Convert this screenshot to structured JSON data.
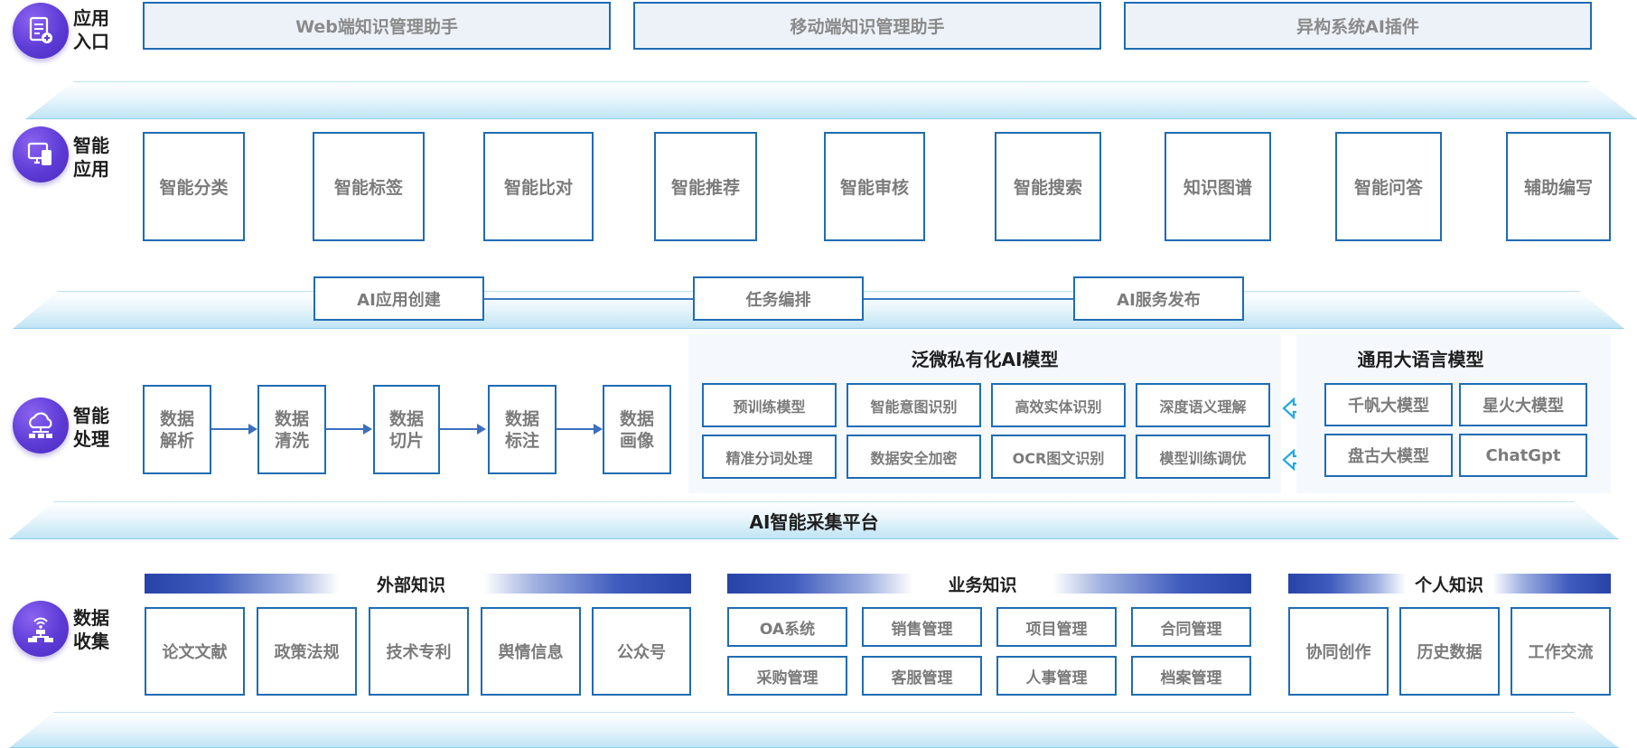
{
  "rows": {
    "entry": {
      "label": "应用\n入口"
    },
    "app": {
      "label": "智能\n应用"
    },
    "process": {
      "label": "智能\n处理"
    },
    "collect": {
      "label": "数据\n收集"
    }
  },
  "entry_items": [
    "Web端知识管理助手",
    "移动端知识管理助手",
    "异构系统AI插件"
  ],
  "app_items": [
    "智能分类",
    "智能标签",
    "智能比对",
    "智能推荐",
    "智能审核",
    "智能搜索",
    "知识图谱",
    "智能问答",
    "辅助编写"
  ],
  "orchestration": [
    "AI应用创建",
    "任务编排",
    "AI服务发布"
  ],
  "pipeline": [
    "数据\n解析",
    "数据\n清洗",
    "数据\n切片",
    "数据\n标注",
    "数据\n画像"
  ],
  "private_models": {
    "title": "泛微私有化AI模型",
    "items": [
      "预训练模型",
      "智能意图识别",
      "高效实体识别",
      "深度语义理解",
      "精准分词处理",
      "数据安全加密",
      "OCR图文识别",
      "模型训练调优"
    ]
  },
  "general_llm": {
    "title": "通用大语言模型",
    "items": [
      "千帆大模型",
      "星火大模型",
      "盘古大模型",
      "ChatGpt"
    ]
  },
  "platform": {
    "title": "AI智能采集平台"
  },
  "external": {
    "title": "外部知识",
    "items": [
      "论文文献",
      "政策法规",
      "技术专利",
      "舆情信息",
      "公众号"
    ]
  },
  "business": {
    "title": "业务知识",
    "items": [
      "OA系统",
      "销售管理",
      "项目管理",
      "合同管理",
      "采购管理",
      "客服管理",
      "人事管理",
      "档案管理"
    ]
  },
  "personal": {
    "title": "个人知识",
    "items": [
      "协同创作",
      "历史数据",
      "工作交流"
    ]
  },
  "colors": {
    "border": "#1f6cb3",
    "icon": "#5d3bd6",
    "band": "#bfe4f5",
    "arrow": "#3b6fbe"
  }
}
